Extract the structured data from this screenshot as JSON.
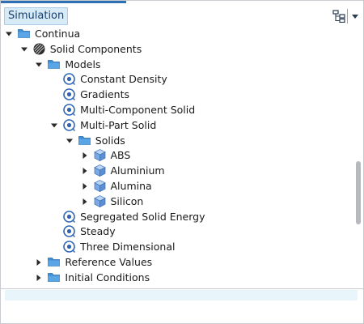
{
  "panel": {
    "title": "Simulation"
  },
  "toolbar": {
    "tree_icon": "tree-view-icon",
    "menu_icon": "dropdown-arrow-icon"
  },
  "tree": {
    "nodes": [
      {
        "label": "Continua",
        "depth": 0,
        "icon": "folder-icon",
        "expander": "expanded"
      },
      {
        "label": "Solid Components",
        "depth": 1,
        "icon": "solid-region-icon",
        "expander": "expanded"
      },
      {
        "label": "Models",
        "depth": 2,
        "icon": "folder-icon",
        "expander": "expanded"
      },
      {
        "label": "Constant Density",
        "depth": 3,
        "icon": "model-icon",
        "expander": "none"
      },
      {
        "label": "Gradients",
        "depth": 3,
        "icon": "model-icon",
        "expander": "none"
      },
      {
        "label": "Multi-Component Solid",
        "depth": 3,
        "icon": "model-icon",
        "expander": "none"
      },
      {
        "label": "Multi-Part Solid",
        "depth": 3,
        "icon": "model-icon",
        "expander": "expanded"
      },
      {
        "label": "Solids",
        "depth": 4,
        "icon": "folder-icon",
        "expander": "expanded"
      },
      {
        "label": "ABS",
        "depth": 5,
        "icon": "solid-cube-icon",
        "expander": "collapsed"
      },
      {
        "label": "Aluminium",
        "depth": 5,
        "icon": "solid-cube-icon",
        "expander": "collapsed"
      },
      {
        "label": "Alumina",
        "depth": 5,
        "icon": "solid-cube-icon",
        "expander": "collapsed"
      },
      {
        "label": "Silicon",
        "depth": 5,
        "icon": "solid-cube-icon",
        "expander": "collapsed"
      },
      {
        "label": "Segregated Solid Energy",
        "depth": 3,
        "icon": "model-icon",
        "expander": "none"
      },
      {
        "label": "Steady",
        "depth": 3,
        "icon": "model-icon",
        "expander": "none"
      },
      {
        "label": "Three Dimensional",
        "depth": 3,
        "icon": "model-icon",
        "expander": "none"
      },
      {
        "label": "Reference Values",
        "depth": 2,
        "icon": "folder-icon",
        "expander": "collapsed"
      },
      {
        "label": "Initial Conditions",
        "depth": 2,
        "icon": "folder-icon",
        "expander": "collapsed"
      }
    ]
  },
  "colors": {
    "folder": "#3f8fd6",
    "model_ring": "#2e66b5",
    "cube": "#7aa9e6",
    "selection": "#d6eaf7"
  }
}
